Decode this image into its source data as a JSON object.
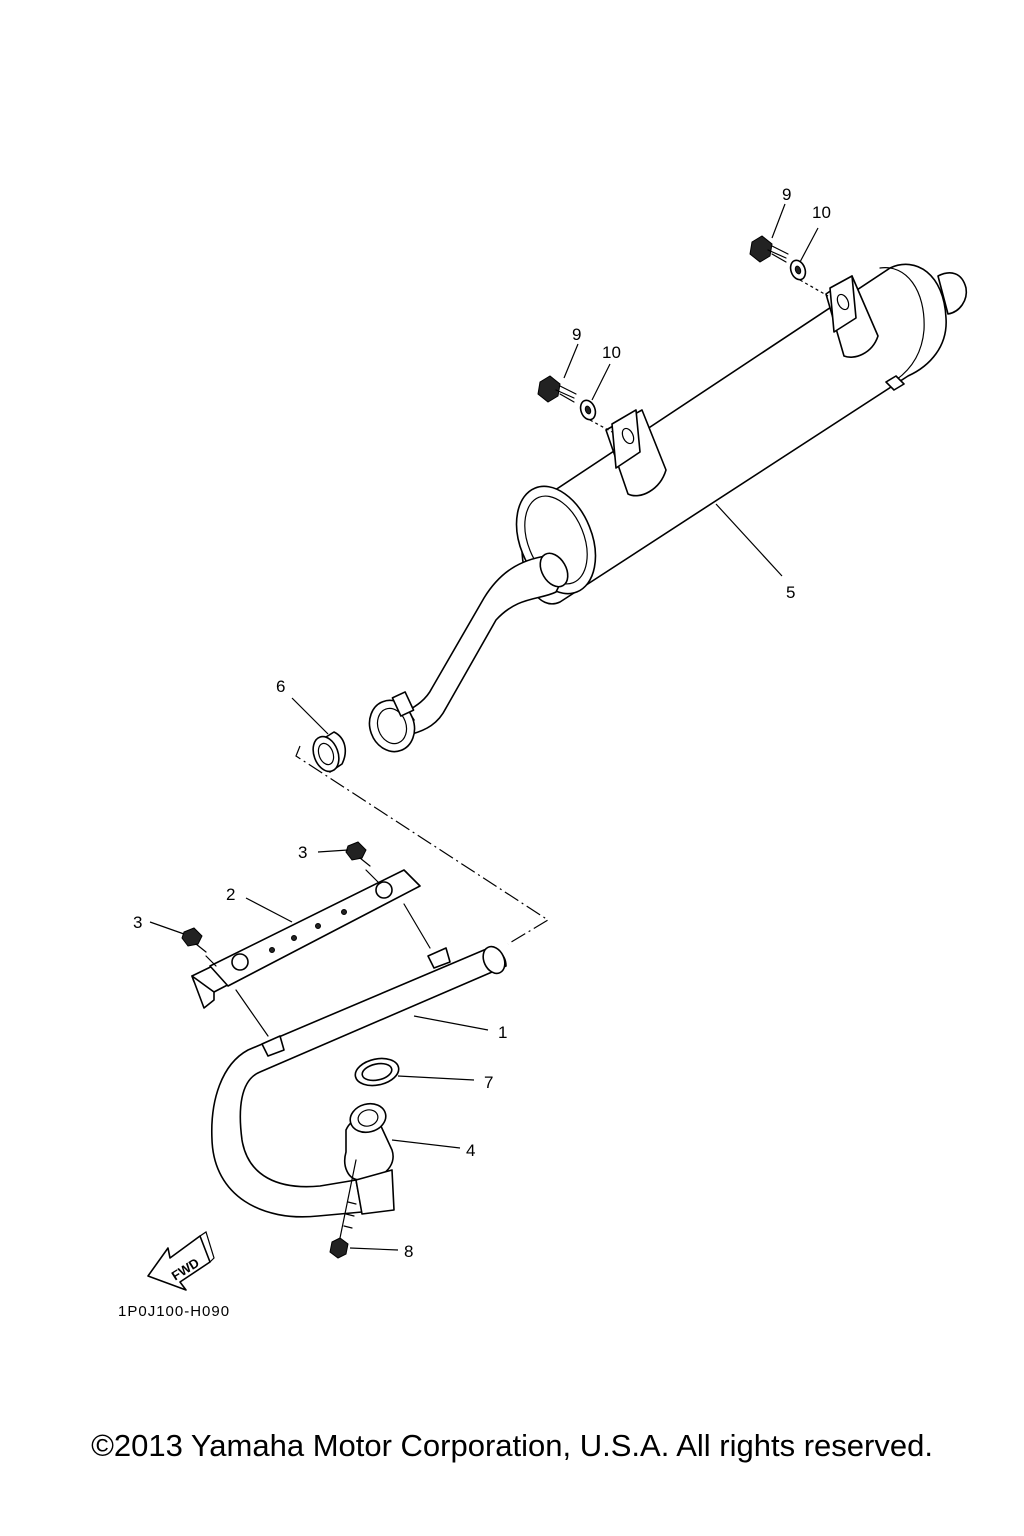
{
  "callouts": [
    {
      "id": "c9a",
      "label": "9"
    },
    {
      "id": "c10a",
      "label": "10"
    },
    {
      "id": "c9b",
      "label": "9"
    },
    {
      "id": "c10b",
      "label": "10"
    },
    {
      "id": "c5",
      "label": "5"
    },
    {
      "id": "c6",
      "label": "6"
    },
    {
      "id": "c3a",
      "label": "3"
    },
    {
      "id": "c2",
      "label": "2"
    },
    {
      "id": "c3b",
      "label": "3"
    },
    {
      "id": "c1",
      "label": "1"
    },
    {
      "id": "c7",
      "label": "7"
    },
    {
      "id": "c4",
      "label": "4"
    },
    {
      "id": "c8",
      "label": "8"
    }
  ],
  "fwd_label": "FWD",
  "diagram_code": "1P0J100-H090",
  "copyright": "©2013 Yamaha Motor Corporation, U.S.A. All rights reserved."
}
